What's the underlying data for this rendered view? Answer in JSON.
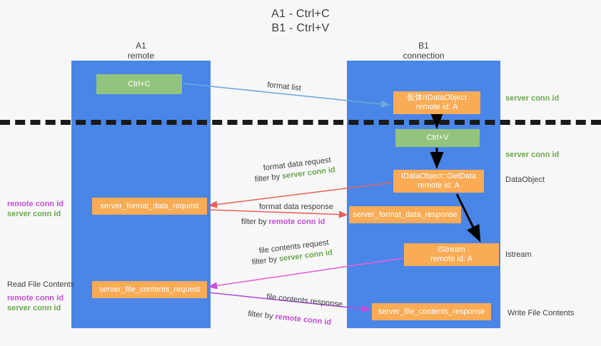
{
  "title": {
    "line1": "A1 - Ctrl+C",
    "line2": "B1 - Ctrl+V"
  },
  "lanes": [
    {
      "id": "A1",
      "name": "A1",
      "sub": "remote"
    },
    {
      "id": "B1",
      "name": "B1",
      "sub": "connection"
    }
  ],
  "boxes": {
    "ctrl_c": {
      "label": "Ctrl+C",
      "color": "#93c47d"
    },
    "idataobject": {
      "line1": "仮体rIDataObject",
      "line2": "remote id: A",
      "color": "#f9ab55"
    },
    "ctrl_v": {
      "label": "Ctrl+V",
      "color": "#93c47d"
    },
    "getdata": {
      "line1": "IDataObject::GetData",
      "line2": "remote id: A",
      "color": "#f9ab55"
    },
    "format_data_request": {
      "label": "server_format_data_request",
      "color": "#f9ab55"
    },
    "format_data_response": {
      "label": "server_format_data_response",
      "color": "#f9ab55"
    },
    "istream": {
      "line1": "IStream",
      "line2": "remote id: A",
      "color": "#f9ab55"
    },
    "file_contents_request": {
      "label": "server_file_contents_request",
      "color": "#f9ab55"
    },
    "file_contents_response": {
      "label": "server_file_contents_response",
      "color": "#f9ab55"
    }
  },
  "edge_labels": {
    "format_list": "format list",
    "fmt_data_req": "format data request",
    "fmt_data_req_filter_prefix": "filter by ",
    "fmt_data_req_filter_key": "server conn id",
    "fmt_data_res": "format data response",
    "fmt_data_res_filter_prefix": "filter by ",
    "fmt_data_res_filter_key": "remote conn id",
    "file_req": "file contents request",
    "file_req_filter_prefix": "filter by ",
    "file_req_filter_key": "server conn id",
    "file_res": "file contents response",
    "file_res_filter_prefix": "filter by ",
    "file_res_filter_key": "remote conn id"
  },
  "right_labels": {
    "server_conn_id_1": "server conn id",
    "server_conn_id_2": "server conn id",
    "dataobject": "DataObject",
    "istream": "Istream",
    "write_file_contents": "Write File Contents"
  },
  "left_labels": {
    "remote_conn_id_1": "remote conn id",
    "server_conn_id_1": "server conn id",
    "read_file_contents": "Read File Contents",
    "remote_conn_id_2": "remote conn id",
    "server_conn_id_2": "server conn id"
  },
  "colors": {
    "lane": "#4a86e8",
    "green_box": "#93c47d",
    "orange_box": "#f9ab55",
    "server_conn_id": "#6aa84f",
    "remote_conn_id": "#c44fd9",
    "arrow_blue": "#6fa8dc",
    "arrow_red": "#e8615a",
    "arrow_magenta": "#c44fd9",
    "arrow_black": "#000000",
    "background": "#f7f7f7"
  }
}
